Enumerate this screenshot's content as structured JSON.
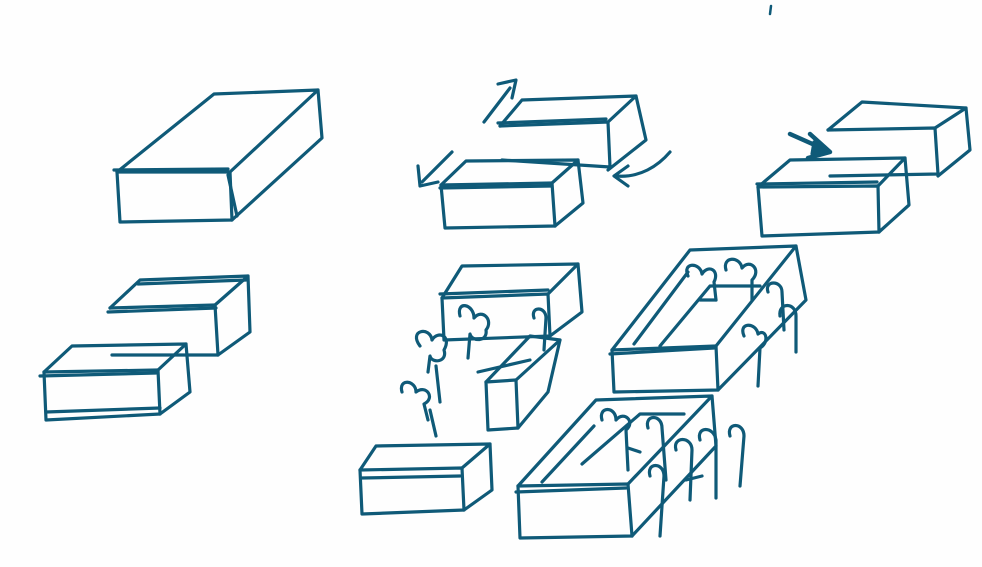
{
  "canvas": {
    "paper_color": "#fefefe"
  },
  "ink": {
    "color": "#0f5a78",
    "shade": "#0b4763"
  },
  "sketch": {
    "groups": [
      {
        "name": "single-block",
        "blocks": 1,
        "arrows": 0,
        "trees": 0
      },
      {
        "name": "sliding-blocks",
        "blocks": 2,
        "arrows": 3,
        "trees": 0
      },
      {
        "name": "pushed-blocks",
        "blocks": 2,
        "arrows": 1,
        "trees": 0
      },
      {
        "name": "stacked-blocks",
        "blocks": 2,
        "arrows": 0,
        "trees": 0
      },
      {
        "name": "blocks-with-trees",
        "blocks": 3,
        "arrows": 0,
        "trees": 5
      },
      {
        "name": "hollow-blocks-with-trees",
        "blocks": 2,
        "arrows": 0,
        "trees": 14
      }
    ]
  }
}
